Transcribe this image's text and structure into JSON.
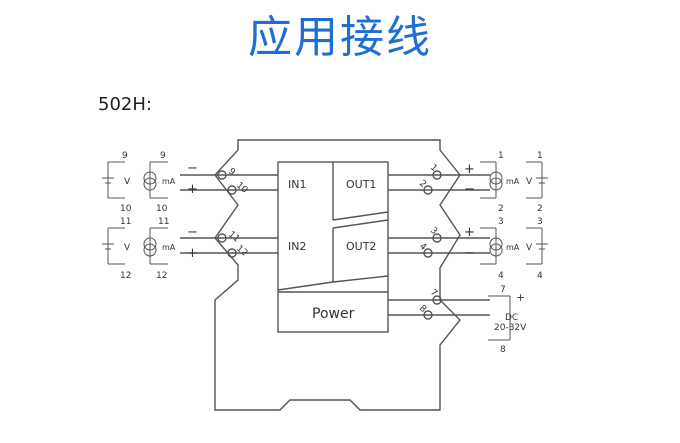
{
  "title": "应用接线",
  "model": "502H:",
  "module": {
    "in1": "IN1",
    "in2": "IN2",
    "out1": "OUT1",
    "out2": "OUT2",
    "power": "Power"
  },
  "terminals": {
    "t9": "9",
    "t10": "10",
    "t11": "11",
    "t12": "12",
    "t1": "1",
    "t2": "2",
    "t3": "3",
    "t4": "4",
    "t7": "7",
    "t8": "8"
  },
  "symbols": {
    "minus": "−",
    "plus": "+",
    "volt": "V",
    "milliamp": "mA",
    "dc": "DC",
    "supply_range": "20-32V"
  }
}
